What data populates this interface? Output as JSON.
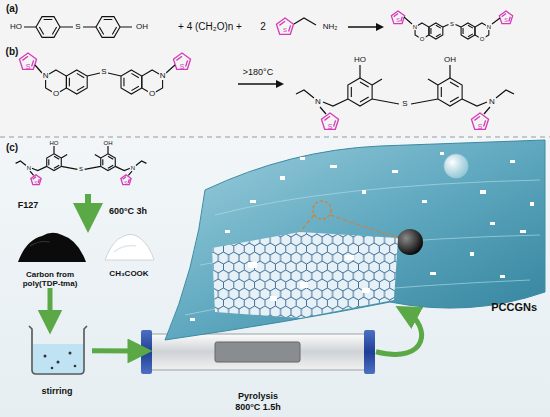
{
  "diagram": {
    "nodes": [
      {
        "text": [
          "Carbon from poly(TDP-tma)"
        ]
      },
      {
        "text": [
          "CH₃COOK"
        ]
      },
      {
        "text": [
          "stirring"
        ]
      },
      {
        "text": [
          "Pyrolysis 800°C 1.5h"
        ]
      },
      {
        "text": [
          "PCCGNs"
        ]
      }
    ],
    "edges": [
      {
        "from": 0,
        "to": 2,
        "arrow": "to"
      },
      {
        "from": 2,
        "to": 3,
        "arrow": "to"
      },
      {
        "from": 3,
        "to": 4,
        "arrow": "to"
      }
    ],
    "labels": [
      "(a)",
      "HO",
      "S",
      "OH",
      "+ 4 (CH₂O)n +",
      "2",
      "S",
      "NH₂",
      "S",
      "N",
      "O",
      "S",
      "O",
      "N",
      "S",
      "(b)",
      "S",
      "N",
      "O",
      "S",
      "O",
      "N",
      "S",
      ">180°C",
      "HO",
      "S",
      "OH",
      "N",
      "N",
      "S",
      "S",
      "(c)",
      "HO",
      "S",
      "OH",
      "N",
      "N",
      "S",
      "S",
      "F127",
      "600°C 3h"
    ]
  }
}
